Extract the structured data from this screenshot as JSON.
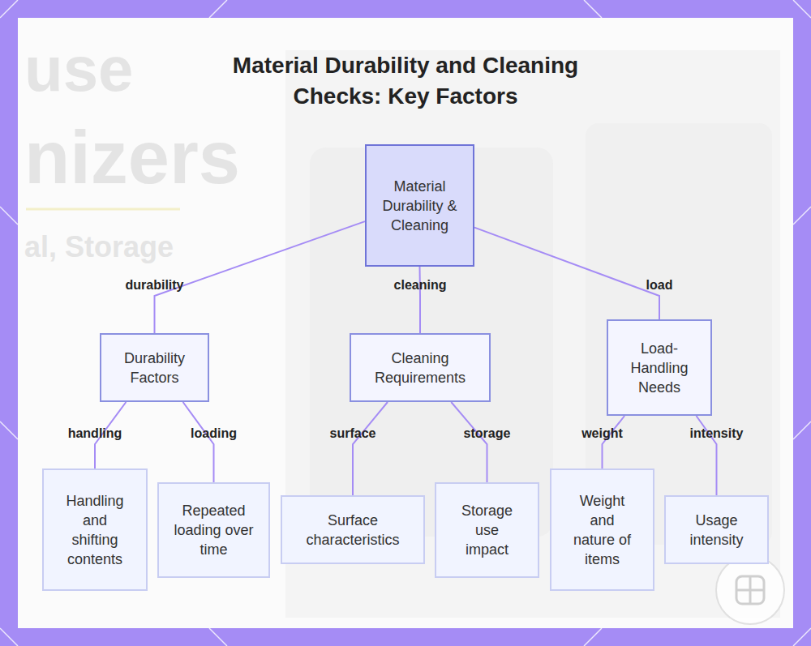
{
  "diagram": {
    "title": "Material Durability and Cleaning Checks: Key Factors",
    "nodes": [
      {
        "text": [
          "Material Durability & Cleaning"
        ]
      },
      {
        "text": [
          "Durability Factors"
        ]
      },
      {
        "text": [
          "Cleaning Requirements"
        ]
      },
      {
        "text": [
          "Load-Handling Needs"
        ]
      },
      {
        "text": [
          "Handling and shifting contents"
        ]
      },
      {
        "text": [
          "Repeated loading over time"
        ]
      },
      {
        "text": [
          "Surface characteristics"
        ]
      },
      {
        "text": [
          "Storage use impact"
        ]
      },
      {
        "text": [
          "Weight and nature of items"
        ]
      },
      {
        "text": [
          "Usage intensity"
        ]
      }
    ],
    "edges": [
      {
        "from": 0,
        "to": 1,
        "label": "durability",
        "arrow": "none"
      },
      {
        "from": 0,
        "to": 2,
        "label": "cleaning",
        "arrow": "none"
      },
      {
        "from": 0,
        "to": 3,
        "label": "load",
        "arrow": "none"
      },
      {
        "from": 1,
        "to": 4,
        "label": "handling",
        "arrow": "none"
      },
      {
        "from": 1,
        "to": 5,
        "label": "loading",
        "arrow": "none"
      },
      {
        "from": 2,
        "to": 6,
        "label": "surface",
        "arrow": "none"
      },
      {
        "from": 2,
        "to": 7,
        "label": "storage",
        "arrow": "none"
      },
      {
        "from": 3,
        "to": 8,
        "label": "weight",
        "arrow": "none"
      },
      {
        "from": 3,
        "to": 9,
        "label": "intensity",
        "arrow": "none"
      }
    ],
    "labels": [
      "use",
      "nizers",
      "al, Storage"
    ]
  }
}
